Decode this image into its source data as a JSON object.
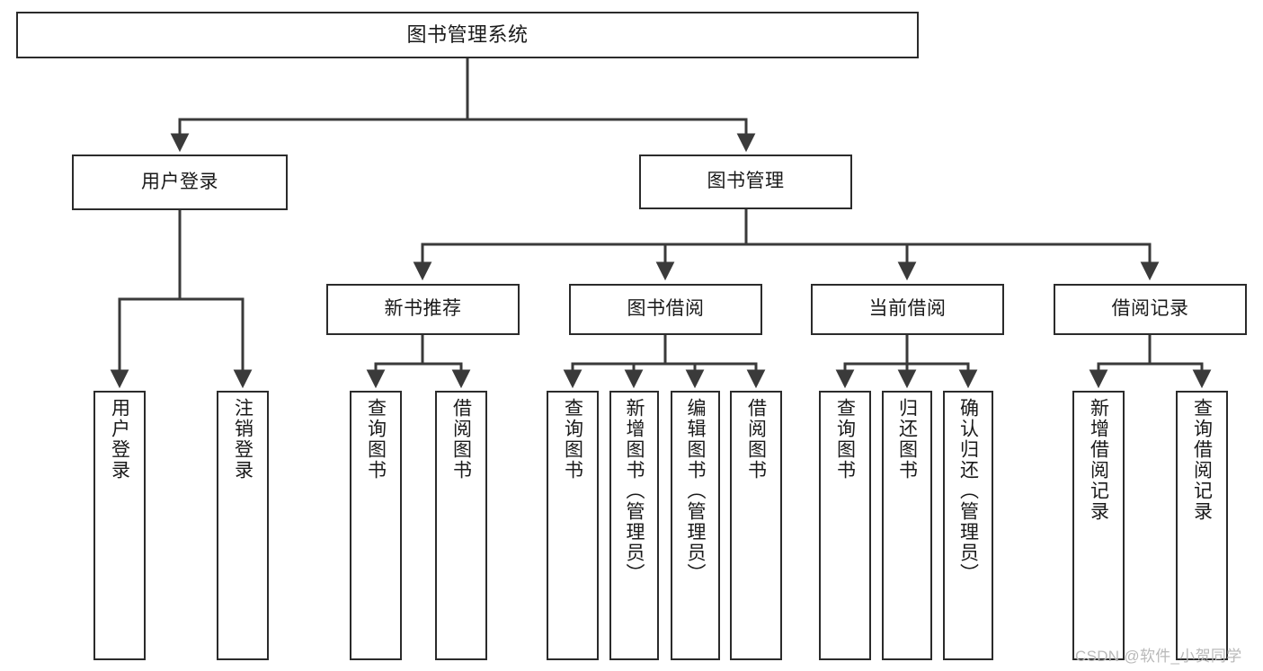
{
  "diagram": {
    "type": "tree",
    "title": "图书管理系统",
    "orientation": "top-down",
    "colors": {
      "background": "#ffffff",
      "box_border": "#2b2b2b",
      "box_fill": "#ffffff",
      "edge": "#3a3a3a",
      "text": "#1a1a1a",
      "watermark": "#b9b9b9"
    },
    "nodes": {
      "root": {
        "label": "图书管理系统",
        "level": 0
      },
      "user_login": {
        "label": "用户登录",
        "level": 1
      },
      "book_manage": {
        "label": "图书管理",
        "level": 1
      },
      "new_book_rec": {
        "label": "新书推荐",
        "level": 2
      },
      "book_borrow": {
        "label": "图书借阅",
        "level": 2
      },
      "current_borrow": {
        "label": "当前借阅",
        "level": 2
      },
      "borrow_record": {
        "label": "借阅记录",
        "level": 2
      },
      "leaf_user_login": {
        "label": "用户登录",
        "level": 2
      },
      "leaf_user_logout": {
        "label": "注销登录",
        "level": 2
      },
      "leaf_query_book_1": {
        "label": "查询图书",
        "level": 3
      },
      "leaf_borrow_book_1": {
        "label": "借阅图书",
        "level": 3
      },
      "leaf_query_book_2": {
        "label": "查询图书",
        "level": 3
      },
      "leaf_add_book": {
        "label": "新增图书（管理员）",
        "level": 3
      },
      "leaf_edit_book": {
        "label": "编辑图书（管理员）",
        "level": 3
      },
      "leaf_borrow_book_2": {
        "label": "借阅图书",
        "level": 3
      },
      "leaf_query_book_3": {
        "label": "查询图书",
        "level": 3
      },
      "leaf_return_book": {
        "label": "归还图书",
        "level": 3
      },
      "leaf_confirm_return": {
        "label": "确认归还（管理员）",
        "level": 3
      },
      "leaf_add_record": {
        "label": "新增借阅记录",
        "level": 3
      },
      "leaf_query_record": {
        "label": "查询借阅记录",
        "level": 3
      }
    },
    "edges": [
      {
        "from": "root",
        "to": "user_login"
      },
      {
        "from": "root",
        "to": "book_manage"
      },
      {
        "from": "user_login",
        "to": "leaf_user_login"
      },
      {
        "from": "user_login",
        "to": "leaf_user_logout"
      },
      {
        "from": "book_manage",
        "to": "new_book_rec"
      },
      {
        "from": "book_manage",
        "to": "book_borrow"
      },
      {
        "from": "book_manage",
        "to": "current_borrow"
      },
      {
        "from": "book_manage",
        "to": "borrow_record"
      },
      {
        "from": "new_book_rec",
        "to": "leaf_query_book_1"
      },
      {
        "from": "new_book_rec",
        "to": "leaf_borrow_book_1"
      },
      {
        "from": "book_borrow",
        "to": "leaf_query_book_2"
      },
      {
        "from": "book_borrow",
        "to": "leaf_add_book"
      },
      {
        "from": "book_borrow",
        "to": "leaf_edit_book"
      },
      {
        "from": "book_borrow",
        "to": "leaf_borrow_book_2"
      },
      {
        "from": "current_borrow",
        "to": "leaf_query_book_3"
      },
      {
        "from": "current_borrow",
        "to": "leaf_return_book"
      },
      {
        "from": "current_borrow",
        "to": "leaf_confirm_return"
      },
      {
        "from": "borrow_record",
        "to": "leaf_add_record"
      },
      {
        "from": "borrow_record",
        "to": "leaf_query_record"
      }
    ]
  },
  "watermark": {
    "text": "CSDN @软件_小贺同学"
  }
}
